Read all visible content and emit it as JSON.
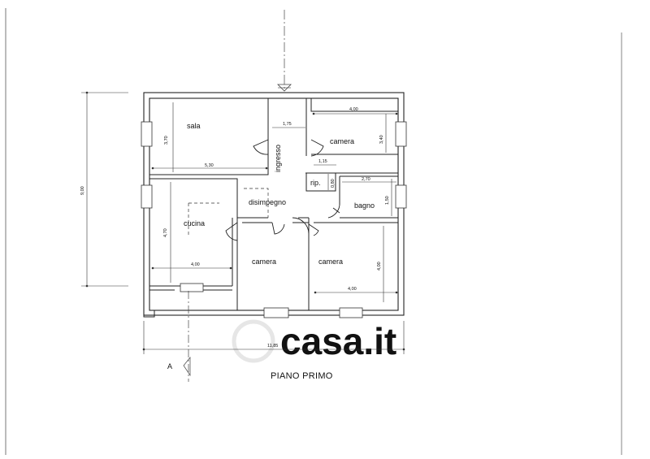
{
  "rooms": {
    "sala": "sala",
    "camera_top": "camera",
    "ingresso": "ingresso",
    "rip": "rip.",
    "disimpegno": "disimpegno",
    "bagno": "bagno",
    "cucina": "cucina",
    "camera_mid": "camera",
    "camera_right": "camera"
  },
  "dimensions": {
    "sala_width": "5,30",
    "sala_height": "3,70",
    "ingresso_width": "1,75",
    "camera_top_width": "4,00",
    "camera_top_height": "3,40",
    "rip_width": "1,15",
    "rip_height": "0,80",
    "bagno_width": "2,70",
    "bagno_height": "1,50",
    "cucina_width": "4,00",
    "cucina_height": "4,70",
    "camera_right_width": "4,00",
    "camera_right_height": "4,00",
    "total_width": "11,85",
    "total_height": "9,00"
  },
  "section_marker": "A",
  "title": "PIANO PRIMO",
  "watermark": "casa.it"
}
